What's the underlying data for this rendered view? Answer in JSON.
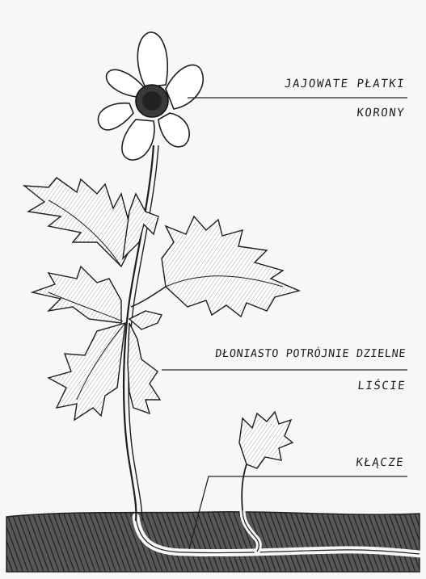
{
  "labels": {
    "petals_line1": "JAJOWATE PŁATKI",
    "petals_line2": "KORONY",
    "leaves_line1": "DŁONIASTO POTRÓJNIE DZIELNE",
    "leaves_line2": "LIŚCIE",
    "rhizome": "KŁĄCZE"
  },
  "colors": {
    "ink": "#1e1e1e",
    "paper": "#f7f7f6",
    "soil": "#3a3a3a"
  }
}
